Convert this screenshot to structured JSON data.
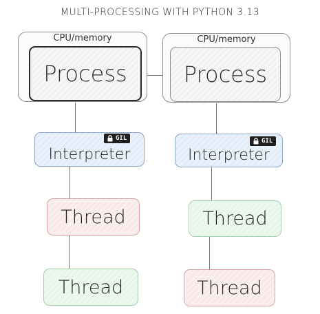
{
  "title": "MULTI-PROCESSING WITH PYTHON 3.13",
  "left": {
    "container_label": "CPU/memory",
    "process_label": "Process",
    "interpreter_label": "Interpreter",
    "gil_label": "GIL",
    "thread1_label": "Thread",
    "thread2_label": "Thread"
  },
  "right": {
    "container_label": "CPU/memory",
    "process_label": "Process",
    "interpreter_label": "Interpreter",
    "gil_label": "GIL",
    "thread1_label": "Thread",
    "thread2_label": "Thread"
  },
  "colors": {
    "interpreter": "#e9f1fb",
    "thread_red": "#fbeeee",
    "thread_green": "#ecf8ee",
    "gil_badge": "#1f1f1f"
  },
  "icons": {
    "gil": "lock-icon"
  }
}
